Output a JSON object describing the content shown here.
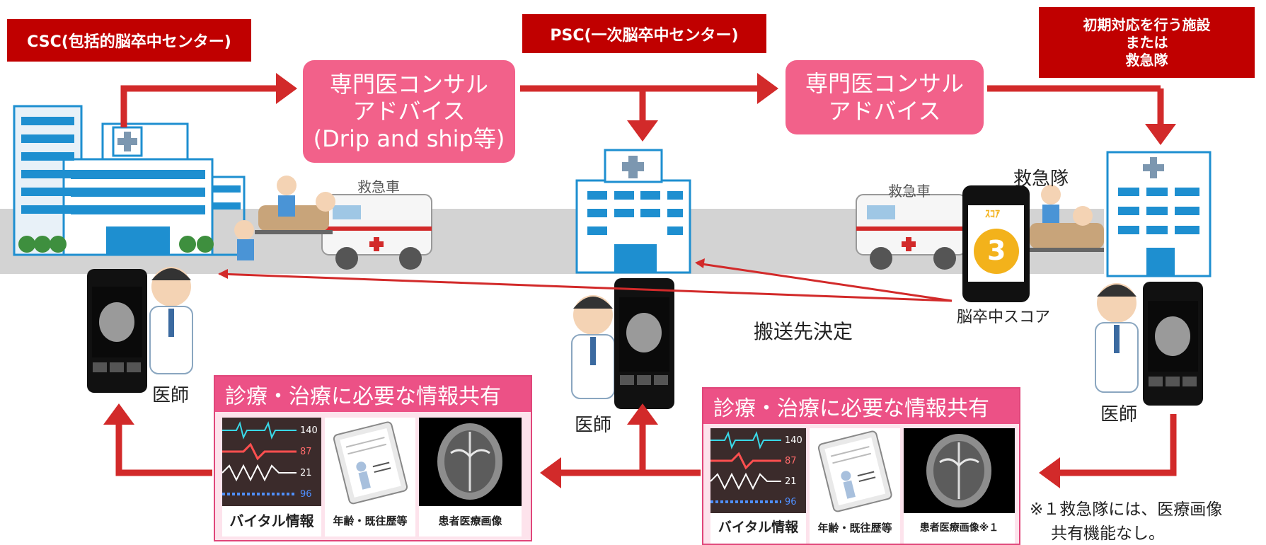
{
  "labels": {
    "csc": "CSC(包括的脳卒中センター)",
    "psc": "PSC(一次脳卒中センター)",
    "initial_line1": "初期対応を行う施設",
    "initial_line2": "または",
    "initial_line3": "救急隊"
  },
  "consult_left": {
    "line1": "専門医コンサル",
    "line2": "アドバイス",
    "line3": "(Drip and ship等)"
  },
  "consult_right": {
    "line1": "専門医コンサル",
    "line2": "アドバイス"
  },
  "scene": {
    "ambulance_left": "救急車",
    "ambulance_right": "救急車",
    "ems_team": "救急隊",
    "stroke_score": "脳卒中スコア",
    "score_title": "ｽｺｱ",
    "score_value": "3",
    "destination": "搬送先決定",
    "doctor_left": "医師",
    "doctor_center": "医師",
    "doctor_right": "医師"
  },
  "share_left": {
    "title": "診療・治療に必要な情報共有",
    "tile1": "バイタル情報",
    "tile2": "年齢・既往歴等",
    "tile3": "患者医療画像"
  },
  "share_right": {
    "title": "診療・治療に必要な情報共有",
    "tile1": "バイタル情報",
    "tile2": "年齢・既往歴等",
    "tile3": "患者医療画像※１"
  },
  "vitals": {
    "v1": "140",
    "v2": "87",
    "v3": "21",
    "v4": "96"
  },
  "footnote": {
    "line1": "※１救急隊には、医療画像",
    "line2": "共有機能なし。"
  },
  "colors": {
    "label_red": "#c00000",
    "consult_pink": "#f2618a",
    "arrow_red": "#d22a2a",
    "building_blue": "#1e8fd0"
  }
}
